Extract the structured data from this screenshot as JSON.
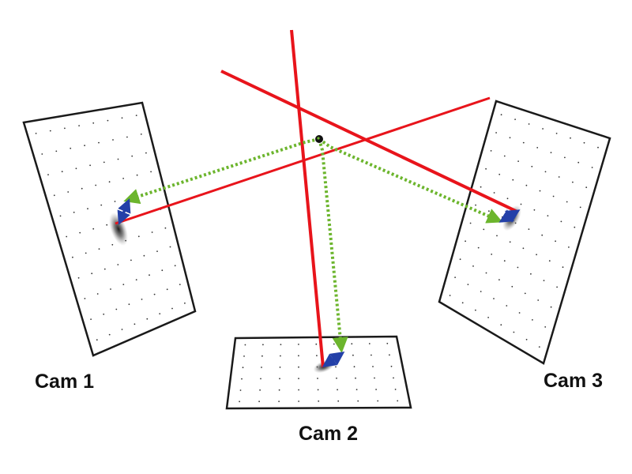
{
  "cameras": [
    {
      "label": "Cam 1"
    },
    {
      "label": "Cam 2"
    },
    {
      "label": "Cam 3"
    }
  ],
  "colors": {
    "camera_ray": "#e8141b",
    "reprojection_path": "#6cb52d",
    "error_vector": "#2340a8",
    "camera_plane": "#1a1a1a",
    "grid_dot": "#333333",
    "reconstructed_point": "#111111"
  },
  "legend_semantics": {
    "camera_ray_style": "solid",
    "reprojection_path_style": "dotted",
    "error_vector_style": "arrow"
  }
}
